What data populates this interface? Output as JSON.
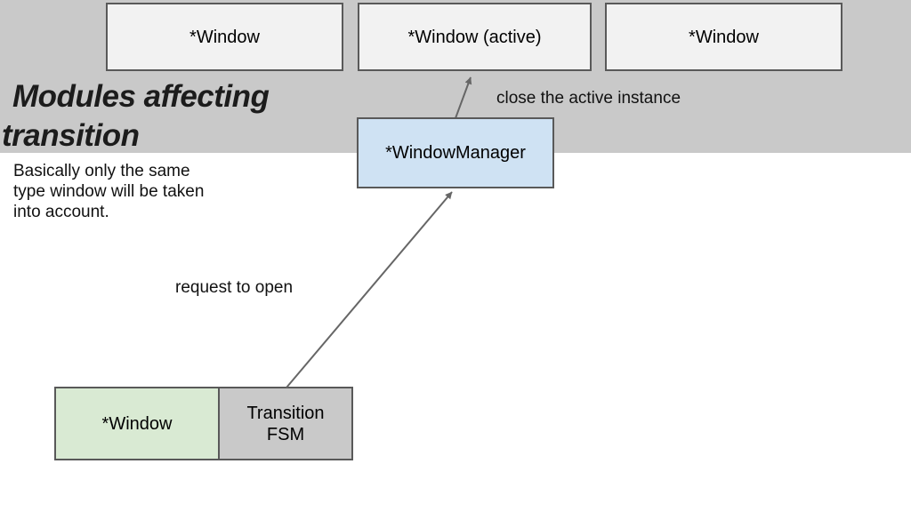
{
  "slide": {
    "title_line1": "Modules affecting",
    "title_line2": "transition",
    "note_lines": [
      "Basically only the same",
      "type window will be taken",
      "into account."
    ]
  },
  "diagram": {
    "top_windows": [
      {
        "label": "*Window"
      },
      {
        "label": "*Window (active)"
      },
      {
        "label": "*Window"
      }
    ],
    "window_manager": {
      "label": "*WindowManager"
    },
    "bottom_window": {
      "label": "*Window"
    },
    "transition_fsm": {
      "label": "Transition FSM"
    },
    "arrows": [
      {
        "label": "close the active instance",
        "from": "WindowManager",
        "to": "Window (active)"
      },
      {
        "label": "request to open",
        "from": "Transition FSM",
        "to": "WindowManager"
      }
    ]
  },
  "colors": {
    "banner_gray": "#c9c9c9",
    "window_box_fill": "#f2f2f2",
    "window_manager_fill": "#cfe2f3",
    "bottom_window_fill": "#d9ead3",
    "transition_fsm_fill": "#c9c9c9",
    "shape_border": "#595959",
    "arrow_stroke": "#666666",
    "text": "#000000"
  }
}
